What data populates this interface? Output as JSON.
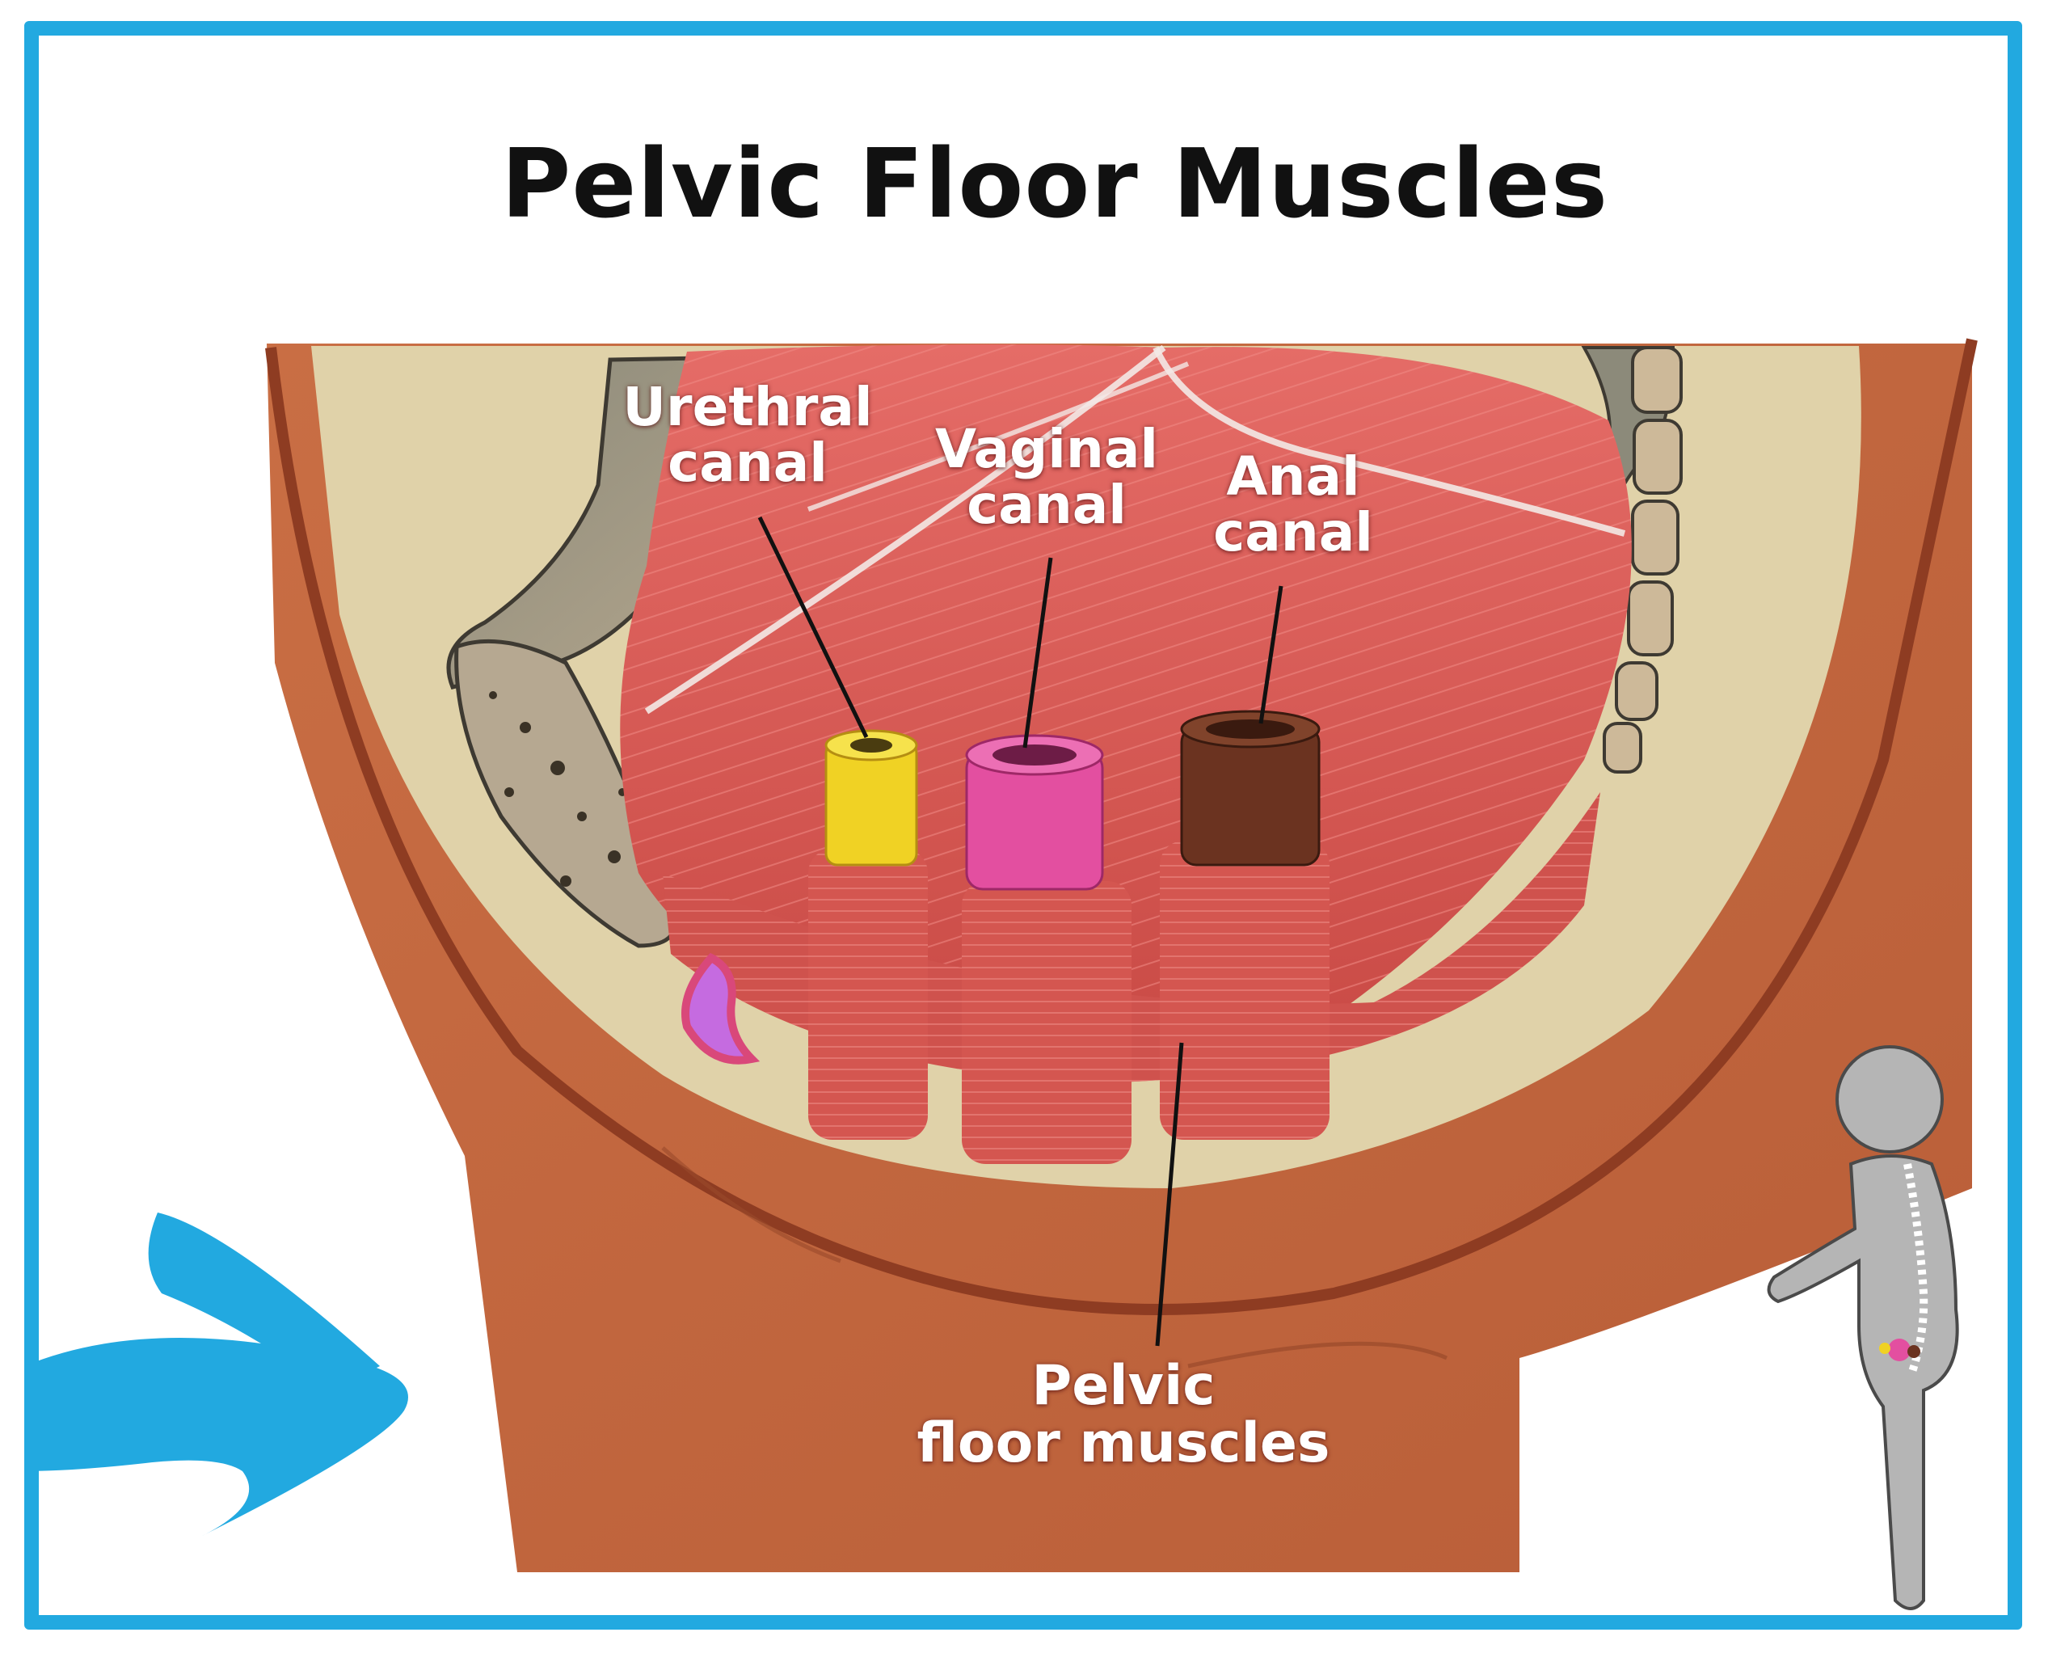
{
  "title": "Pelvic Floor Muscles",
  "labels": {
    "urethral": [
      "Urethral",
      "canal"
    ],
    "vaginal": [
      "Vaginal",
      "canal"
    ],
    "anal": [
      "Anal",
      "canal"
    ],
    "pelvic_floor": [
      "Pelvic",
      "floor muscles"
    ]
  },
  "colors": {
    "frame": "#22a9e0",
    "arrow": "#22a9e0",
    "skin": "#c4693f",
    "cavity": "#e0d2a9",
    "muscle": "#d95c58",
    "urethra": "#f0d224",
    "vagina": "#e34fa0",
    "anus": "#6b3320",
    "bone": "#a99a84",
    "figure": "#b5b5b5"
  },
  "icons": [
    "blue-arrow-icon",
    "human-silhouette-icon"
  ]
}
